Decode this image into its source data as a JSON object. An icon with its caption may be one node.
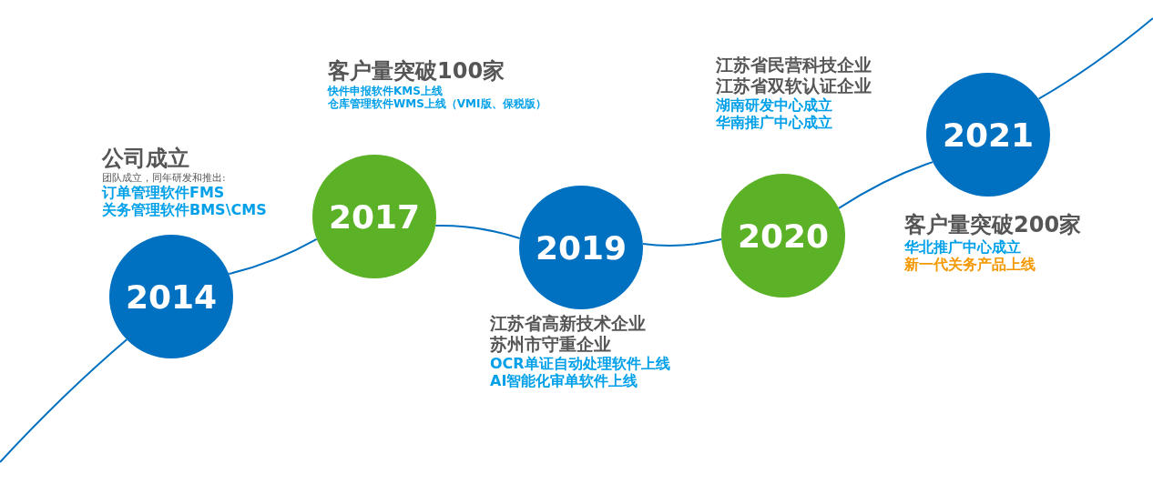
{
  "diagram": {
    "nodes": [
      {
        "text": [
          "2014"
        ],
        "beside": [
          "公司成立",
          "团队成立，同年研发和推出:",
          "订单管理软件FMS",
          "关务管理软件BMS\\CMS"
        ]
      },
      {
        "text": [
          "2017"
        ],
        "beside": [
          "客户量突破100家",
          "快件申报软件KMS上线",
          "仓库管理软件WMS上线（VMI版、保税版）"
        ]
      },
      {
        "text": [
          "2019"
        ],
        "beside": [
          "江苏省高新技术企业",
          "苏州市守重企业",
          "OCR单证自动处理软件上线",
          "AI智能化审单软件上线"
        ]
      },
      {
        "text": [
          "2020"
        ],
        "beside": [
          "江苏省民营科技企业",
          "江苏省双软认证企业",
          "湖南研发中心成立",
          "华南推广中心成立"
        ]
      },
      {
        "text": [
          "2021"
        ],
        "beside": [
          "客户量突破200家",
          "华北推广中心成立",
          "新一代关务产品上线"
        ]
      }
    ],
    "edges": [
      {
        "from": null,
        "to": 0,
        "arrow": "none"
      },
      {
        "from": 0,
        "to": 1,
        "arrow": "none"
      },
      {
        "from": 1,
        "to": 2,
        "arrow": "none"
      },
      {
        "from": 2,
        "to": 3,
        "arrow": "none"
      },
      {
        "from": 3,
        "to": 4,
        "arrow": "none"
      },
      {
        "from": 4,
        "to": null,
        "arrow": "none"
      }
    ]
  }
}
